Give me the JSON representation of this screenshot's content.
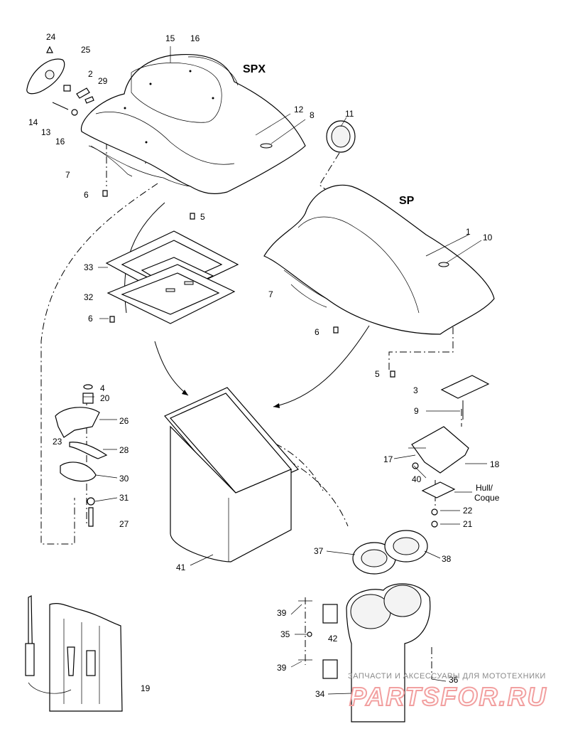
{
  "models": {
    "spx": "SPX",
    "sp": "SP"
  },
  "hull_label": {
    "line1": "Hull/",
    "line2": "Coque"
  },
  "watermark": {
    "text": "ЗАПЧАСТИ И АКСЕССУАРЫ ДЛЯ МОТОТЕХНИКИ",
    "logo": "PARTSFOR.RU"
  },
  "callouts": {
    "c1": "1",
    "c2": "2",
    "c3": "3",
    "c4": "4",
    "c5a": "5",
    "c5b": "5",
    "c6a": "6",
    "c6b": "6",
    "c6c": "6",
    "c7a": "7",
    "c7b": "7",
    "c8": "8",
    "c9": "9",
    "c10": "10",
    "c11": "11",
    "c12": "12",
    "c13": "13",
    "c14": "14",
    "c15": "15",
    "c16a": "16",
    "c16b": "16",
    "c17": "17",
    "c18": "18",
    "c19": "19",
    "c20": "20",
    "c21": "21",
    "c22": "22",
    "c23": "23",
    "c24": "24",
    "c25": "25",
    "c26": "26",
    "c27": "27",
    "c28": "28",
    "c29": "29",
    "c30": "30",
    "c31": "31",
    "c32": "32",
    "c33": "33",
    "c34": "34",
    "c35": "35",
    "c36": "36",
    "c37": "37",
    "c38": "38",
    "c39a": "39",
    "c39b": "39",
    "c40": "40",
    "c41": "41",
    "c42": "42"
  }
}
